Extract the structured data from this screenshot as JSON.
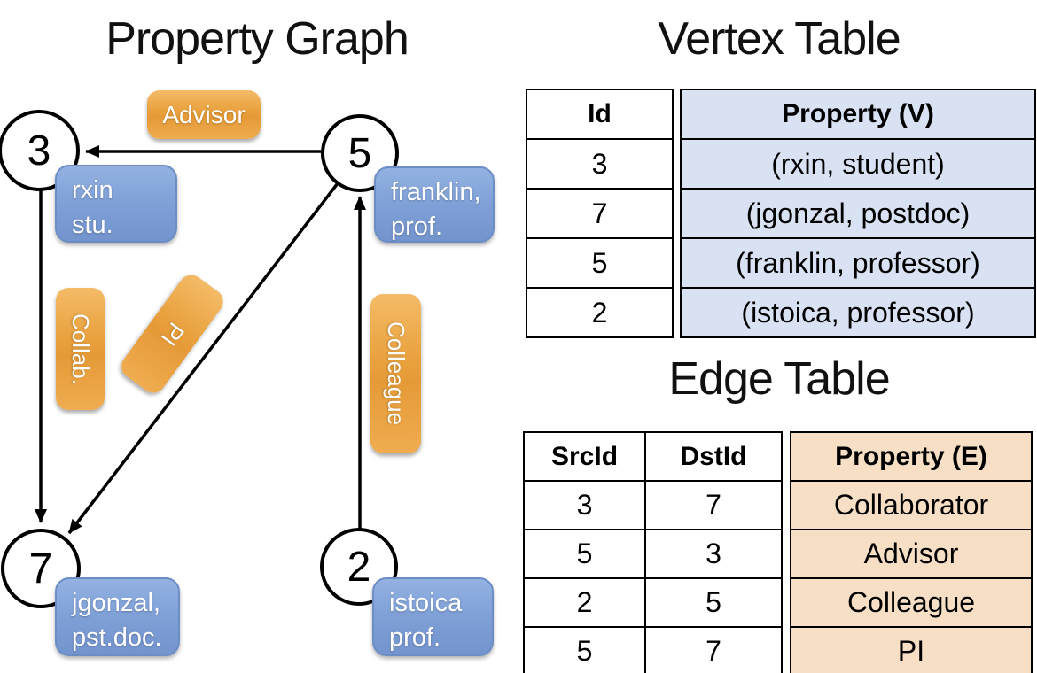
{
  "colors": {
    "edge_label_orange": "#e9a23f",
    "vertex_box_blue": "#7d9ed6",
    "vertex_table_property_bg": "#d9e2f3",
    "edge_table_property_bg": "#f6dfc4",
    "line_color": "#000000"
  },
  "graph": {
    "title": "Property Graph",
    "nodes": [
      {
        "id": "3",
        "prop_line1": "rxin",
        "prop_line2": "stu."
      },
      {
        "id": "5",
        "prop_line1": "franklin,",
        "prop_line2": "prof."
      },
      {
        "id": "7",
        "prop_line1": "jgonzal,",
        "prop_line2": "pst.doc."
      },
      {
        "id": "2",
        "prop_line1": "istoica",
        "prop_line2": "prof."
      }
    ],
    "edge_labels": [
      {
        "text": "Advisor"
      },
      {
        "text": "Collab."
      },
      {
        "text": "PI"
      },
      {
        "text": "Colleague"
      }
    ]
  },
  "vertex_table": {
    "title": "Vertex Table",
    "headers": {
      "id": "Id",
      "property": "Property (V)"
    },
    "rows": [
      {
        "id": "3",
        "property": "(rxin, student)"
      },
      {
        "id": "7",
        "property": "(jgonzal, postdoc)"
      },
      {
        "id": "5",
        "property": "(franklin, professor)"
      },
      {
        "id": "2",
        "property": "(istoica, professor)"
      }
    ]
  },
  "edge_table": {
    "title": "Edge Table",
    "headers": {
      "src": "SrcId",
      "dst": "DstId",
      "property": "Property (E)"
    },
    "rows": [
      {
        "src": "3",
        "dst": "7",
        "property": "Collaborator"
      },
      {
        "src": "5",
        "dst": "3",
        "property": "Advisor"
      },
      {
        "src": "2",
        "dst": "5",
        "property": "Colleague"
      },
      {
        "src": "5",
        "dst": "7",
        "property": "PI"
      }
    ]
  }
}
